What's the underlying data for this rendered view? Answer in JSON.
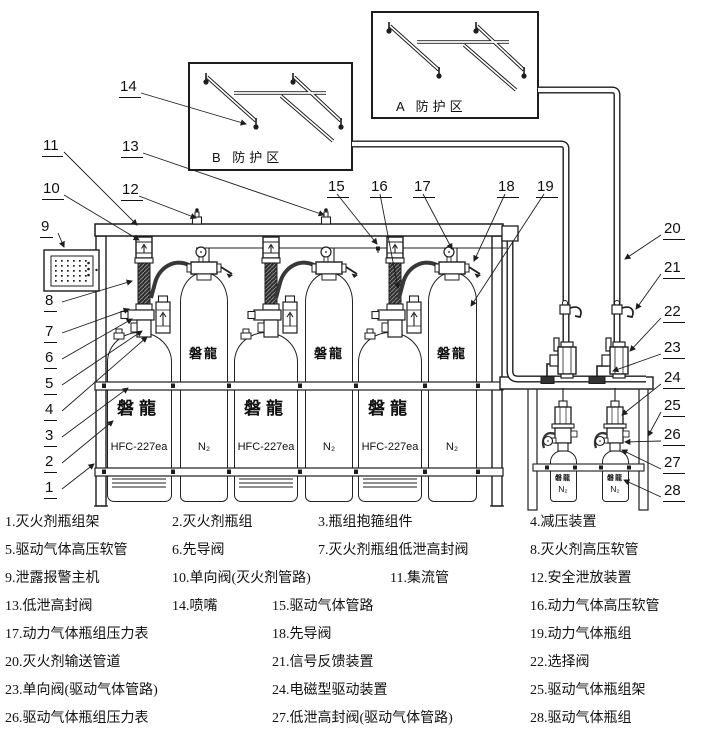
{
  "diagram": {
    "zones": [
      {
        "label": "A 防护区"
      },
      {
        "label": "B 防护区"
      }
    ],
    "cylinder_labels": {
      "brand": "磐龍",
      "agent": "HFC-227ea",
      "nitrogen": "N₂"
    },
    "callouts": [
      "1",
      "2",
      "3",
      "4",
      "5",
      "6",
      "7",
      "8",
      "9",
      "10",
      "11",
      "12",
      "13",
      "14",
      "15",
      "16",
      "17",
      "18",
      "19",
      "20",
      "21",
      "22",
      "23",
      "24",
      "25",
      "26",
      "27",
      "28"
    ],
    "icons": {
      "nozzle": "nozzle-icon",
      "pressure_gauge": "gauge-icon",
      "check_valve_arrow": "up-arrow-icon",
      "alarm_panel": "alarm-panel-icon"
    },
    "colors": {
      "line": "#1d1d1d",
      "hose": "#383838",
      "background": "#ffffff"
    }
  },
  "legend": {
    "items": [
      {
        "num": "1.",
        "text": "灭火剂瓶组架"
      },
      {
        "num": "2.",
        "text": "灭火剂瓶组"
      },
      {
        "num": "3.",
        "text": "瓶组抱箍组件"
      },
      {
        "num": "4.",
        "text": "减压装置"
      },
      {
        "num": "5.",
        "text": "驱动气体高压软管"
      },
      {
        "num": "6.",
        "text": "先导阀"
      },
      {
        "num": "7.",
        "text": "灭火剂瓶组低泄高封阀"
      },
      {
        "num": "8.",
        "text": "灭火剂高压软管"
      },
      {
        "num": "9.",
        "text": "泄露报警主机"
      },
      {
        "num": "10.",
        "text": "单向阀(灭火剂管路)"
      },
      {
        "num": "11.",
        "text": "集流管"
      },
      {
        "num": "12.",
        "text": "安全泄放装置"
      },
      {
        "num": "13.",
        "text": "低泄高封阀"
      },
      {
        "num": "14.",
        "text": "喷嘴"
      },
      {
        "num": "15.",
        "text": "驱动气体管路"
      },
      {
        "num": "16.",
        "text": "动力气体高压软管"
      },
      {
        "num": "17.",
        "text": "动力气体瓶组压力表"
      },
      {
        "num": "18.",
        "text": "先导阀"
      },
      {
        "num": "19.",
        "text": "动力气体瓶组"
      },
      {
        "num": "20.",
        "text": "灭火剂输送管道"
      },
      {
        "num": "21.",
        "text": "信号反馈装置"
      },
      {
        "num": "22.",
        "text": "选择阀"
      },
      {
        "num": "23.",
        "text": "单向阀(驱动气体管路)"
      },
      {
        "num": "24.",
        "text": "电磁型驱动装置"
      },
      {
        "num": "25.",
        "text": "驱动气体瓶组架"
      },
      {
        "num": "26.",
        "text": "驱动气体瓶组压力表"
      },
      {
        "num": "27.",
        "text": "低泄高封阀(驱动气体管路)"
      },
      {
        "num": "28.",
        "text": "驱动气体瓶组"
      }
    ]
  }
}
